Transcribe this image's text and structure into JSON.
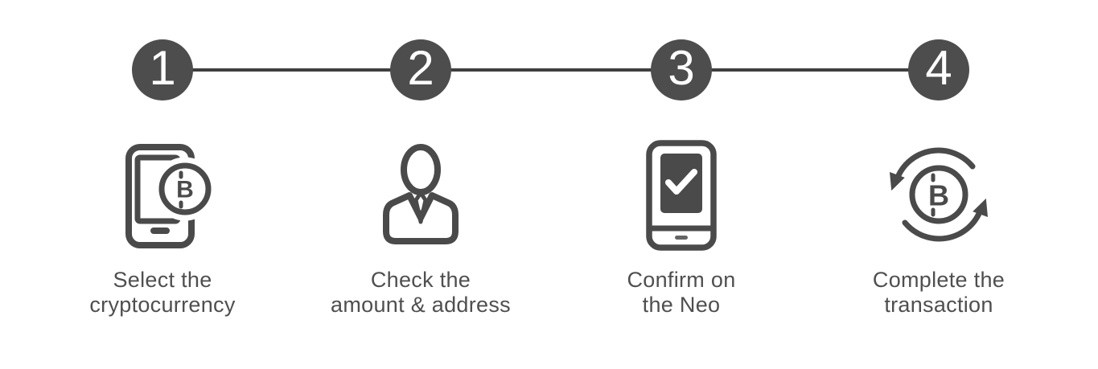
{
  "diagram_title": "cryptocurrency-transaction-steps",
  "colors": {
    "background": "#ffffff",
    "step_circle": "#4d4d4d",
    "connector_line": "#3f3f3f",
    "icon_stroke": "#4a4a4a",
    "label_text": "#4f4f4f",
    "step_number_text": "#ffffff",
    "checkmark": "#ffffff"
  },
  "bitcoin_symbol": "B",
  "steps": [
    {
      "number": "1",
      "icon": "smartphone-bitcoin-icon",
      "label_lines": [
        "Select the",
        "cryptocurrency"
      ]
    },
    {
      "number": "2",
      "icon": "businessman-icon",
      "label_lines": [
        "Check the",
        "amount & address"
      ]
    },
    {
      "number": "3",
      "icon": "device-checkmark-icon",
      "label_lines": [
        "Confirm on",
        "the Neo"
      ]
    },
    {
      "number": "4",
      "icon": "bitcoin-refresh-icon",
      "label_lines": [
        "Complete the",
        "transaction"
      ]
    }
  ]
}
